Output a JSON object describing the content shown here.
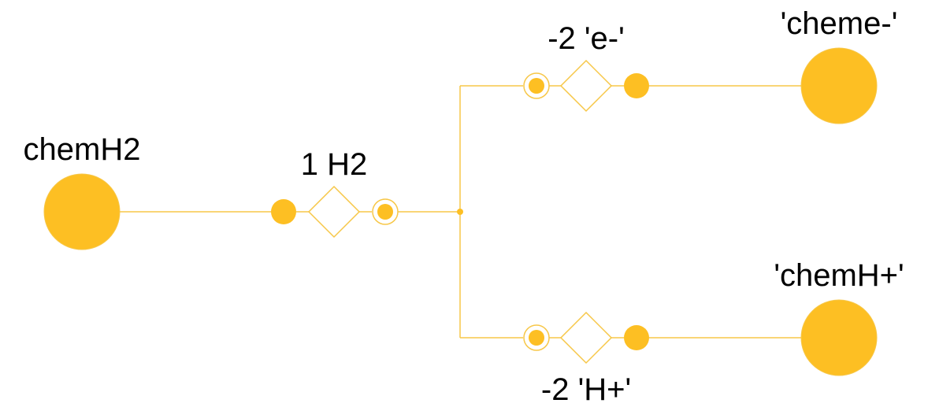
{
  "colors": {
    "fill": "#fdbf23",
    "line": "#f7c748",
    "background": "#ffffff",
    "text": "#000000"
  },
  "nodes": {
    "source": {
      "label": "chemH2"
    },
    "top_target": {
      "label": "'cheme-'"
    },
    "bottom_target": {
      "label": "'chemH+'"
    }
  },
  "reactions": {
    "main": {
      "label": "1 H2"
    },
    "top": {
      "label": "-2 'e-'"
    },
    "bottom": {
      "label": "-2 'H+'"
    }
  }
}
